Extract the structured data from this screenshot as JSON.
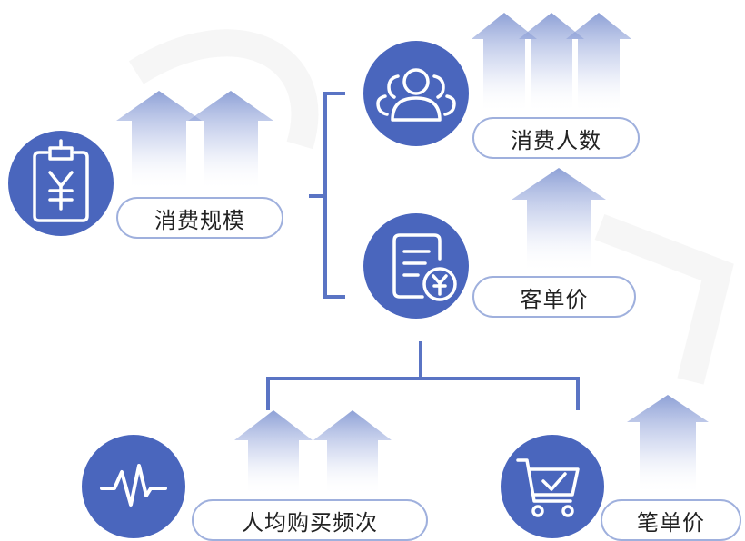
{
  "nodes": {
    "consumption_scale": "消费规模",
    "consumer_count": "消费人数",
    "customer_unit_price": "客单价",
    "per_capita_purchase_freq": "人均购买频次",
    "per_transaction_price": "笔单价"
  },
  "icons": {
    "consumption_scale": "clipboard-yen-icon",
    "consumer_count": "people-group-icon",
    "customer_unit_price": "document-yen-icon",
    "per_capita_purchase_freq": "pulse-wave-icon",
    "per_transaction_price": "shopping-cart-icon"
  },
  "colors": {
    "circle": "#4a66bd",
    "line": "#5a74c4",
    "pill_border": "#9fb0dd",
    "arrow_top": "#7a90cf"
  }
}
